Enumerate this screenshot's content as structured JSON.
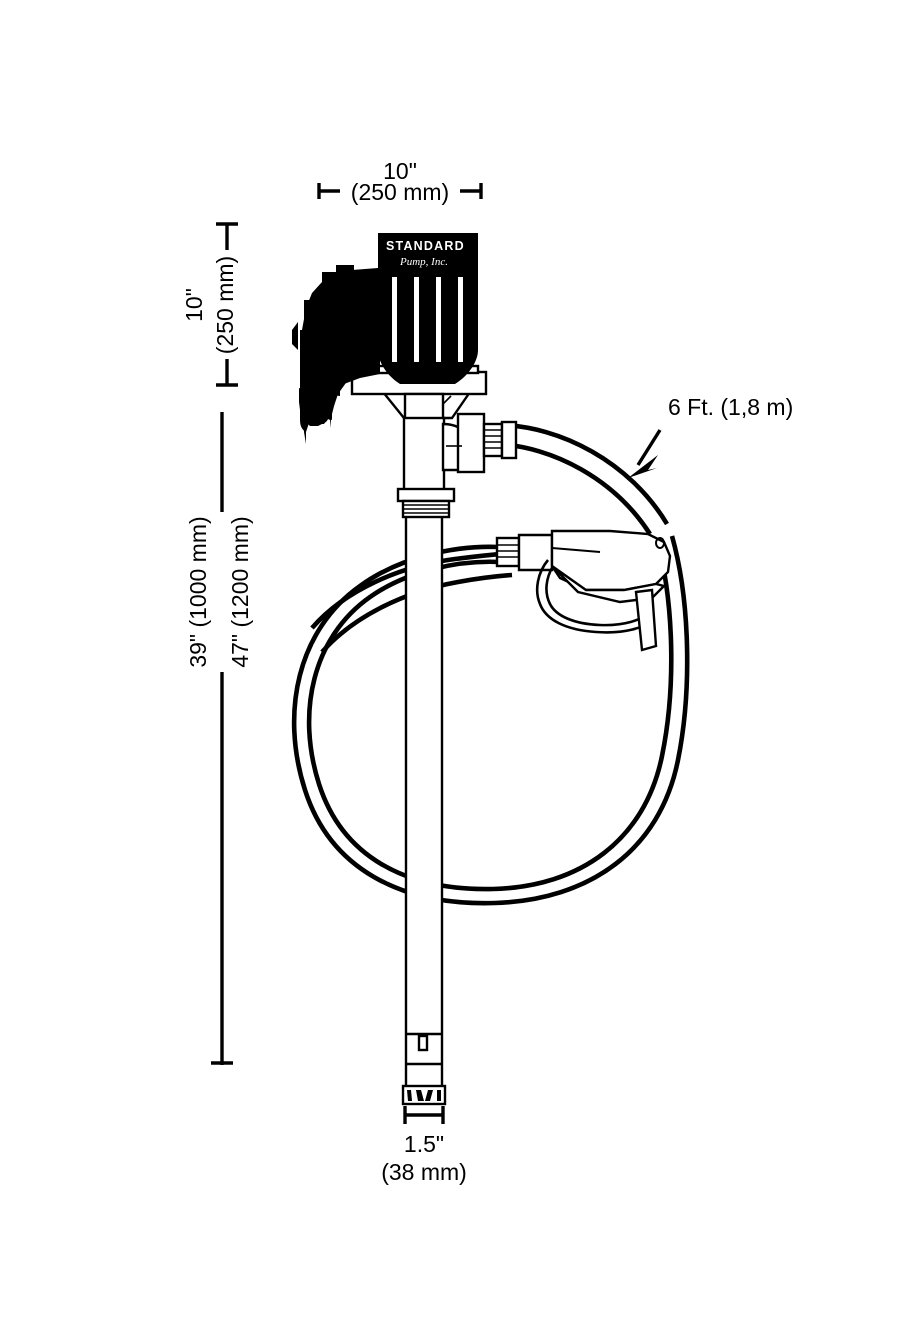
{
  "document": {
    "type": "technical-dimension-drawing",
    "subject": "Electric drum pump with suction tube, discharge hose and nozzle gun",
    "background_color": "#ffffff",
    "line_color": "#000000"
  },
  "dimensions": {
    "width_top": {
      "name": "overall-motor-width",
      "imperial": "10\"",
      "metric": "(250 mm)",
      "orientation": "horizontal"
    },
    "height_motor": {
      "name": "motor-height",
      "imperial": "10\"",
      "metric": "(250 mm)",
      "orientation": "vertical"
    },
    "height_tube_short": {
      "name": "tube-length-39",
      "label": "39\" (1000 mm)",
      "imperial": "39\"",
      "metric": "(1000 mm)",
      "orientation": "vertical"
    },
    "height_tube_long": {
      "name": "tube-length-47",
      "label": "47\" (1200 mm)",
      "imperial": "47\"",
      "metric": "(1200 mm)",
      "orientation": "vertical"
    },
    "width_tube": {
      "name": "suction-tube-diameter",
      "imperial": "1.5\"",
      "metric": "(38 mm)",
      "orientation": "horizontal"
    }
  },
  "annotations": {
    "hose_length": {
      "name": "hose-length-callout",
      "text": "6 Ft. (1,8 m)",
      "leader": "arrow pointing down-left to hose coil"
    }
  },
  "branding": {
    "logo_primary": "STANDARD",
    "logo_secondary": "Pump, Inc."
  },
  "parts": [
    {
      "name": "motor-housing",
      "style": "solid-black-silhouette",
      "detail": "vertical cooling fin slots"
    },
    {
      "name": "pistol-grip-handle",
      "style": "solid-black-silhouette"
    },
    {
      "name": "mounting-flange",
      "style": "white-outline"
    },
    {
      "name": "discharge-elbow",
      "style": "white-outline"
    },
    {
      "name": "hose-barb-fitting",
      "style": "white-outline"
    },
    {
      "name": "threaded-collar",
      "style": "white-outline"
    },
    {
      "name": "suction-tube",
      "style": "white-outline"
    },
    {
      "name": "foot-strainer",
      "style": "white-outline"
    },
    {
      "name": "discharge-hose-coil",
      "style": "double-line-outline"
    },
    {
      "name": "nozzle-gun",
      "style": "white-outline"
    },
    {
      "name": "nozzle-trigger",
      "style": "white-outline"
    }
  ]
}
